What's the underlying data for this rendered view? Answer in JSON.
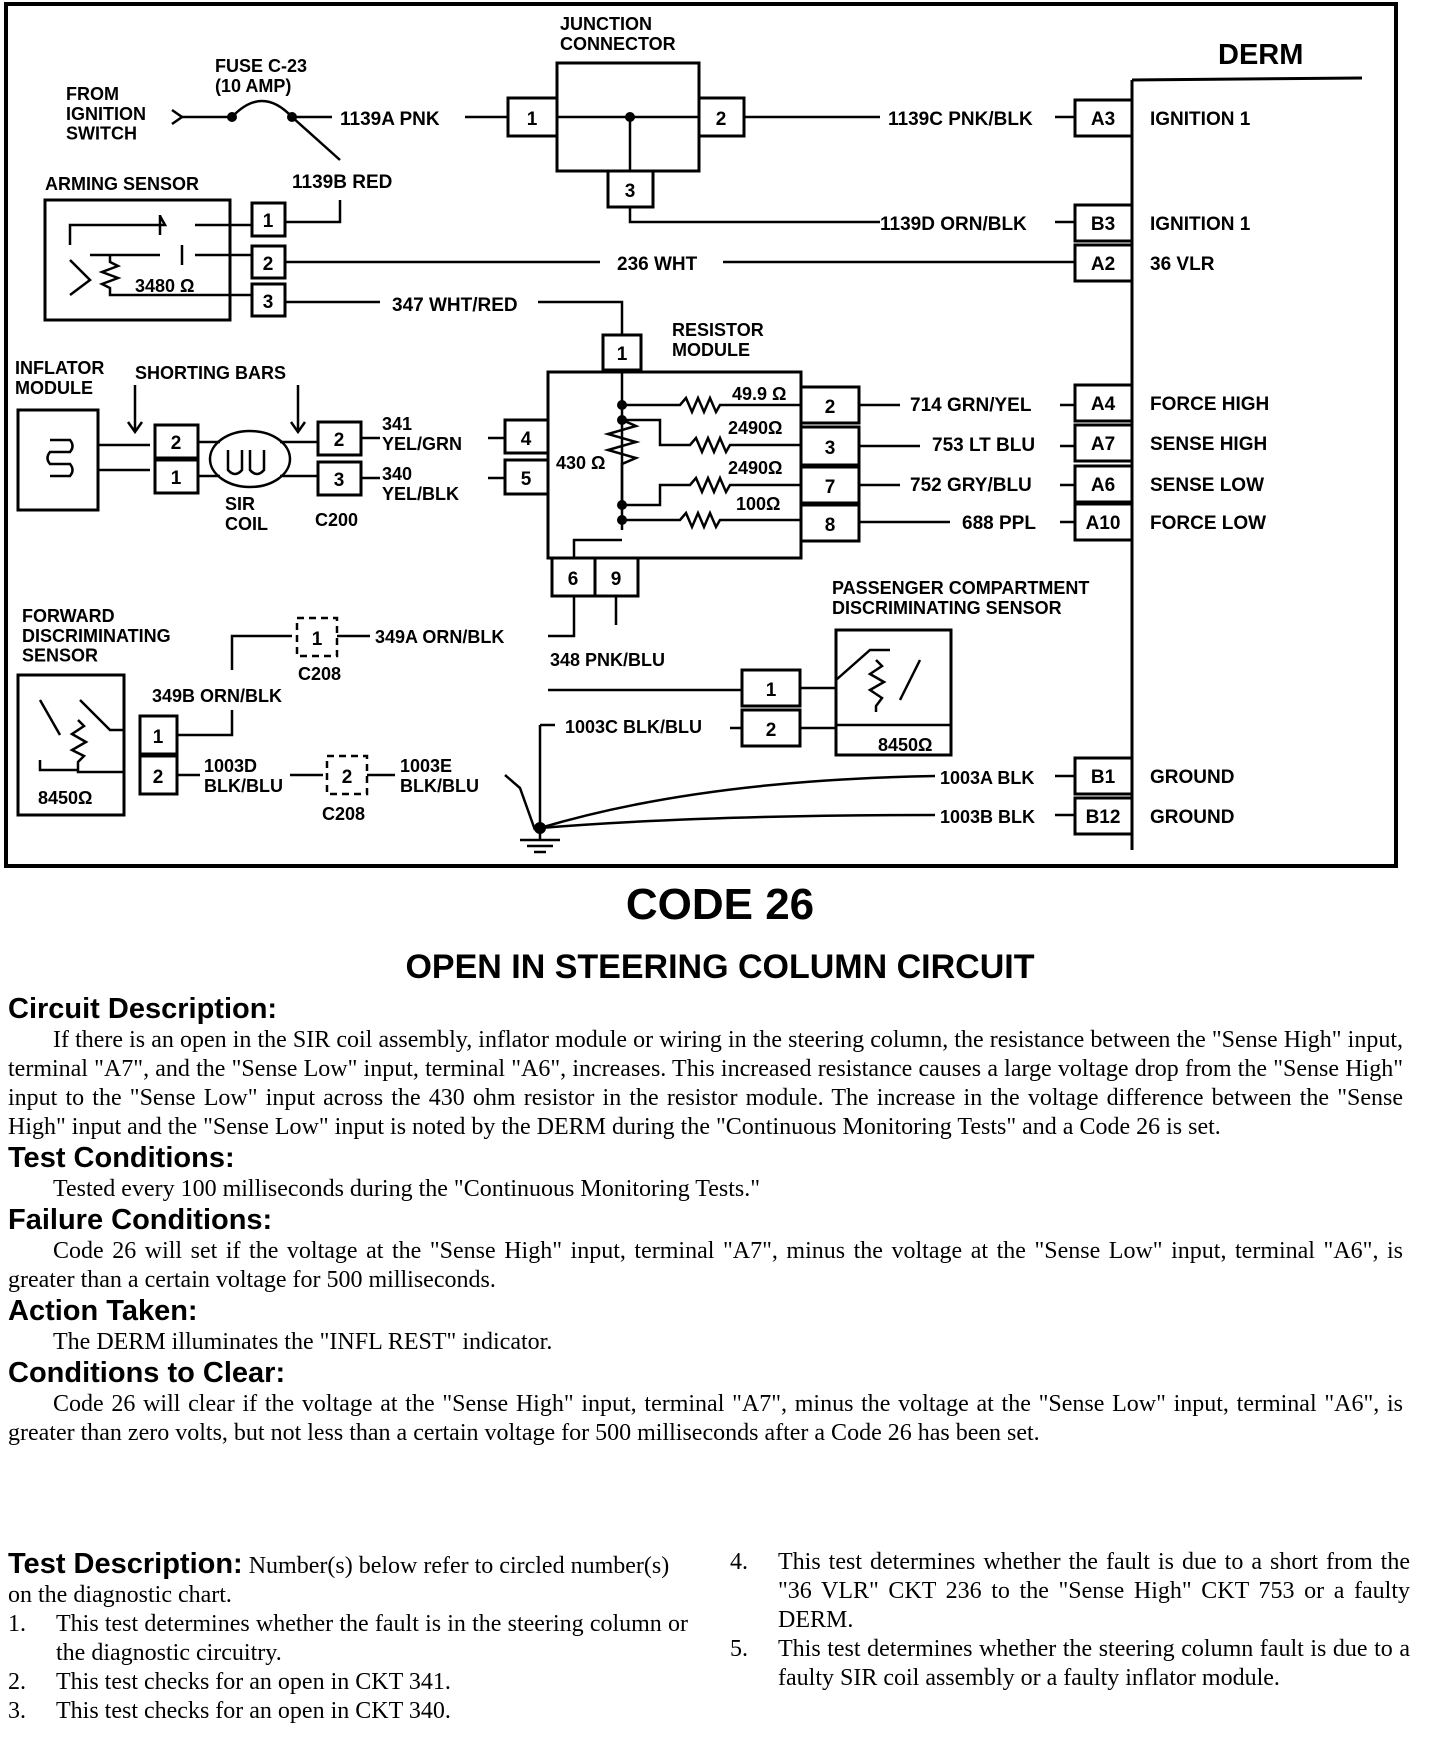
{
  "diagram": {
    "top": {
      "junction_connector": "JUNCTION\nCONNECTOR",
      "derm": "DERM",
      "fuse": "FUSE C-23\n(10 AMP)",
      "from_ignition": "FROM\nIGNITION\nSWITCH",
      "arming_sensor": "ARMING SENSOR",
      "arming_resistor": "3480 Ω",
      "resistor_module": "RESISTOR\nMODULE",
      "inflator_module": "INFLATOR\nMODULE",
      "shorting_bars": "SHORTING BARS",
      "sir_coil": "SIR\nCOIL",
      "c200": "C200",
      "forward_sensor": "FORWARD\nDISCRIMINATING\nSENSOR",
      "forward_resistor": "8450Ω",
      "passenger_sensor": "PASSENGER COMPARTMENT\nDISCRIMINATING SENSOR",
      "passenger_resistor": "8450Ω",
      "c208": "C208",
      "module_430": "430 Ω"
    },
    "wires": {
      "w1139a": "1139A PNK",
      "w1139b": "1139B RED",
      "w1139c": "1139C PNK/BLK",
      "w1139d": "1139D ORN/BLK",
      "w236": "236 WHT",
      "w347": "347 WHT/RED",
      "w341": "341\nYEL/GRN",
      "w340": "340\nYEL/BLK",
      "w714": "714 GRN/YEL",
      "w753": "753 LT BLU",
      "w752": "752 GRY/BLU",
      "w688": "688 PPL",
      "w349a": "349A ORN/BLK",
      "w349b": "349B ORN/BLK",
      "w348": "348 PNK/BLU",
      "w1003c": "1003C BLK/BLU",
      "w1003d": "1003D\nBLK/BLU",
      "w1003e": "1003E\nBLK/BLU",
      "w1003a": "1003A BLK",
      "w1003b": "1003B BLK"
    },
    "resistors": {
      "r1": "49.9 Ω",
      "r2": "2490Ω",
      "r3": "2490Ω",
      "r4": "100Ω"
    },
    "derm_pins": [
      {
        "pin": "A3",
        "label": "IGNITION 1"
      },
      {
        "pin": "B3",
        "label": "IGNITION 1"
      },
      {
        "pin": "A2",
        "label": "36 VLR"
      },
      {
        "pin": "A4",
        "label": "FORCE HIGH"
      },
      {
        "pin": "A7",
        "label": "SENSE HIGH"
      },
      {
        "pin": "A6",
        "label": "SENSE LOW"
      },
      {
        "pin": "A10",
        "label": "FORCE LOW"
      },
      {
        "pin": "B1",
        "label": "GROUND"
      },
      {
        "pin": "B12",
        "label": "GROUND"
      }
    ],
    "pins": {
      "j1": "1",
      "j2": "2",
      "j3": "3",
      "as1": "1",
      "as2": "2",
      "as3": "3",
      "rm1": "1",
      "rm2": "2",
      "rm3": "3",
      "rm7": "7",
      "rm8": "8",
      "rm4": "4",
      "rm5": "5",
      "rm6": "6",
      "rm9": "9",
      "im2": "2",
      "im1": "1",
      "c2": "2",
      "c3": "3",
      "c208_1": "1",
      "c208_2": "2",
      "fs1": "1",
      "fs2": "2",
      "ps1": "1",
      "ps2": "2"
    }
  },
  "code_title": "CODE 26",
  "code_subtitle": "OPEN IN STEERING COLUMN CIRCUIT",
  "sections": {
    "circuit_heading": "Circuit Description:",
    "circuit_text": "If there is an open in the SIR coil assembly, inflator module or wiring in the steering column, the resistance between the \"Sense High\" input, terminal \"A7\", and the \"Sense Low\" input, terminal \"A6\", increases. This increased resistance causes a large voltage drop from the \"Sense High\" input to the \"Sense Low\" input across the 430 ohm resistor in the resistor module. The increase in the voltage difference between the \"Sense High\" input and the \"Sense Low\" input is noted by the DERM during the \"Continuous Monitoring Tests\" and a Code 26 is set.",
    "test_heading": "Test Conditions:",
    "test_text": "Tested every 100 milliseconds during the \"Continuous Monitoring Tests.\"",
    "failure_heading": "Failure Conditions:",
    "failure_text": "Code 26 will set if the voltage at the \"Sense High\" input, terminal \"A7\", minus the voltage at the \"Sense Low\" input, terminal \"A6\", is greater than a certain voltage for 500 milliseconds.",
    "action_heading": "Action Taken:",
    "action_text": "The DERM illuminates the \"INFL REST\" indicator.",
    "clear_heading": "Conditions to Clear:",
    "clear_text": "Code 26 will clear if the voltage at the \"Sense High\" input, terminal \"A7\", minus the voltage at the \"Sense Low\" input, terminal \"A6\", is greater than zero volts, but not less than a certain voltage for 500 milliseconds after a Code 26 has been set."
  },
  "test_description": {
    "heading": "Test Description:",
    "intro": "Number(s) below refer to circled number(s) on the diagnostic chart.",
    "items": [
      {
        "num": "1.",
        "text": "This test determines whether the fault is in the steering column or the diagnostic circuitry."
      },
      {
        "num": "2.",
        "text": "This test checks for an open in CKT 341."
      },
      {
        "num": "3.",
        "text": "This test checks for an open in CKT 340."
      },
      {
        "num": "4.",
        "text": "This test determines whether the fault is due to a short from the \"36 VLR\" CKT 236 to the \"Sense High\" CKT 753 or a faulty DERM."
      },
      {
        "num": "5.",
        "text": "This test determines whether the steering column fault is due to a faulty SIR coil assembly or a faulty inflator module."
      }
    ]
  }
}
